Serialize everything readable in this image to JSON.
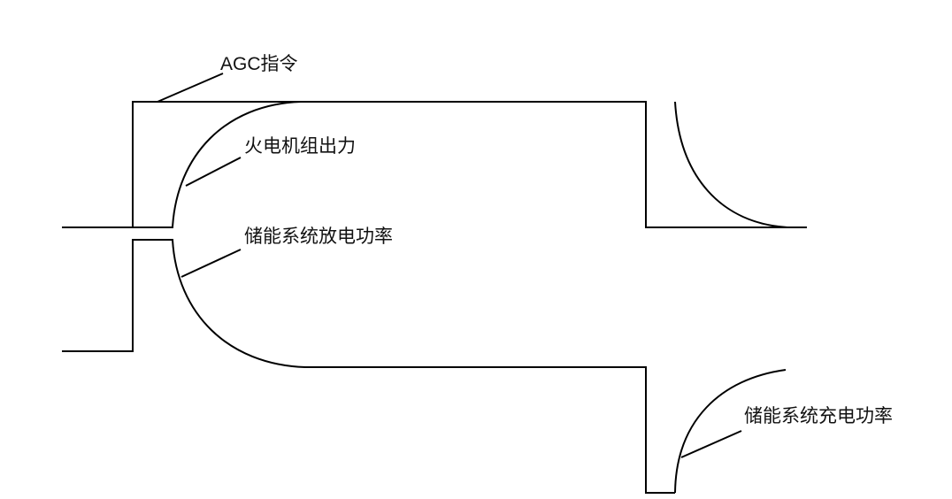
{
  "colors": {
    "line": "#000000",
    "text": "#111111",
    "background": "#ffffff"
  },
  "labels": {
    "agc": "AGC指令",
    "thermal": "火电机组出力",
    "discharge": "储能系统放电功率",
    "charge": "储能系统充电功率"
  }
}
